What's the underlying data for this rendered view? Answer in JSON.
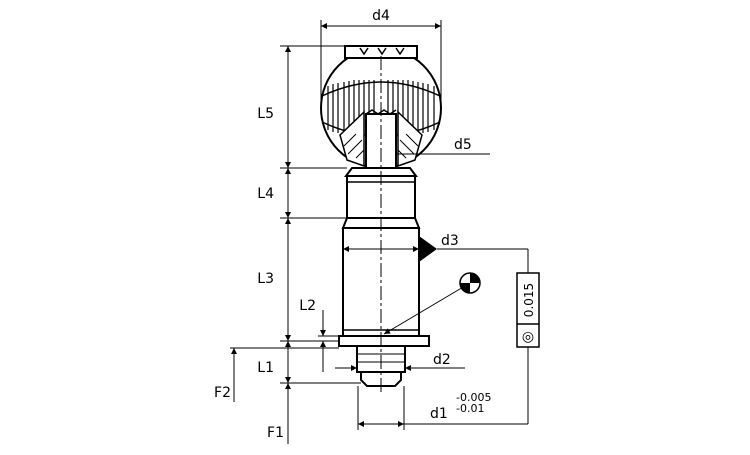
{
  "labels": {
    "d4": "d4",
    "d5": "d5",
    "d3": "d3",
    "d2": "d2",
    "d1": "d1",
    "L5": "L5",
    "L4": "L4",
    "L3": "L3",
    "L2": "L2",
    "L1": "L1",
    "F2": "F2",
    "F1": "F1"
  },
  "tolerance": {
    "upper": "-0.005",
    "lower": "-0.01"
  },
  "feature_control_frame": {
    "value": "0.015",
    "symbol": "◎"
  },
  "colors": {
    "line": "#000000",
    "background": "#ffffff"
  }
}
